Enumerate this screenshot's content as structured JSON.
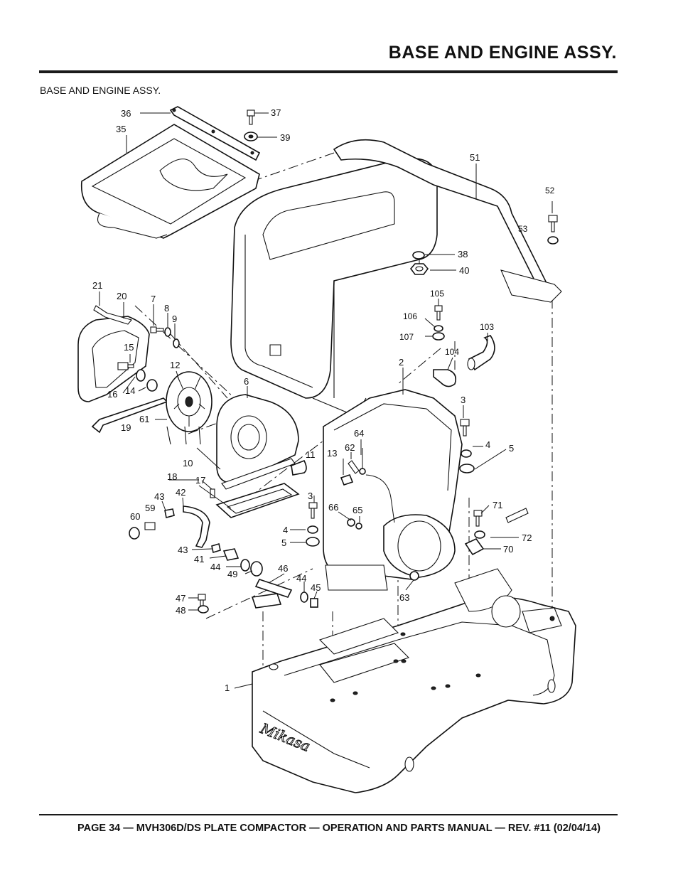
{
  "header": {
    "title": "BASE AND ENGINE ASSY."
  },
  "subtitle": "BASE AND ENGINE ASSY.",
  "footer": "PAGE 34 — MVH306D/DS PLATE COMPACTOR — OPERATION AND PARTS MANUAL — REV. #11 (02/04/14)",
  "diagram": {
    "callouts": [
      "36",
      "37",
      "35",
      "39",
      "51",
      "52",
      "53",
      "38",
      "40",
      "105",
      "106",
      "107",
      "103",
      "104",
      "21",
      "20",
      "7",
      "8",
      "9",
      "15",
      "12",
      "16",
      "14",
      "61",
      "19",
      "6",
      "2",
      "3",
      "64",
      "62",
      "13",
      "4",
      "5",
      "11",
      "10",
      "18",
      "17",
      "43",
      "42",
      "59",
      "60",
      "66",
      "65",
      "71",
      "72",
      "70",
      "41",
      "44",
      "49",
      "46",
      "45",
      "63",
      "47",
      "48",
      "1"
    ]
  }
}
